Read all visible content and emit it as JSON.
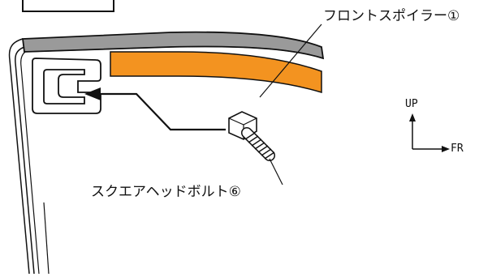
{
  "labels": {
    "spoiler": "フロントスポイラー①",
    "bolt": "スクエアヘッドボルト⑥",
    "up": "UP",
    "fr": "FR"
  },
  "colors": {
    "stroke": "#111111",
    "spoiler_fill": "#f39320",
    "panel_fill": "#9a9a9a",
    "background": "#ffffff"
  },
  "icons": {
    "direction": "up-fr-direction-arrows-icon"
  }
}
